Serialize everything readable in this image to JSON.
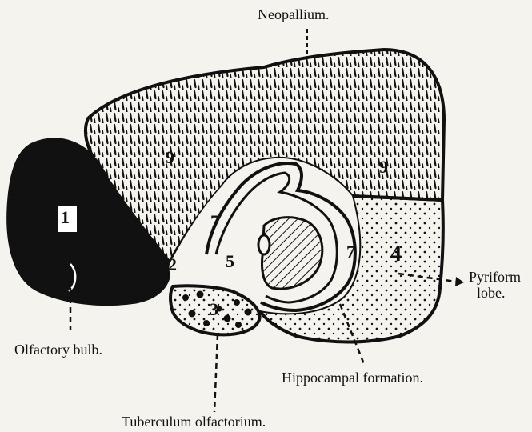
{
  "labels": {
    "neopallium": "Neopallium.",
    "pyriform_line1": "Pyriform",
    "pyriform_line2": "lobe.",
    "olfactory_bulb": "Olfactory bulb.",
    "hippocampal_formation": "Hippocampal formation.",
    "tuberculum_olfactorium": "Tuberculum olfactorium."
  },
  "region_numbers": {
    "olfactory_bulb": "1",
    "region_2": "2",
    "tuberculum": "3",
    "pyriform": "4",
    "region_5": "5",
    "region_7_left": "7",
    "region_7_right": "7",
    "neopallium_left": "9",
    "neopallium_right": "9"
  }
}
